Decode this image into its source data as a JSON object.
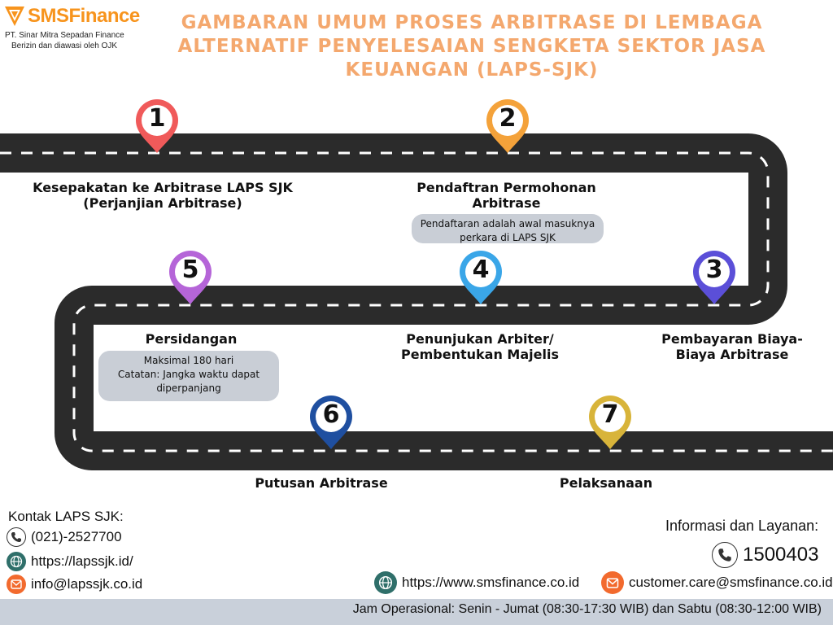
{
  "logo": {
    "brand": "SMSFinance",
    "company": "PT. Sinar Mitra Sepadan Finance",
    "regulation": "Berizin dan diawasi oleh OJK"
  },
  "title": "GAMBARAN UMUM PROSES ARBITRASE DI LEMBAGA ALTERNATIF PENYELESAIAN SENGKETA SEKTOR JASA KEUANGAN (LAPS-SJK)",
  "steps": [
    {
      "number": "1",
      "label": "Kesepakatan ke Arbitrase LAPS SJK (Perjanjian Arbitrase)",
      "color": "#f05a5a"
    },
    {
      "number": "2",
      "label": "Pendaftran Permohonan Arbitrase",
      "note": "Pendaftaran adalah awal masuknya perkara di LAPS SJK",
      "color": "#f4a23a"
    },
    {
      "number": "3",
      "label": "Pembayaran Biaya-Biaya Arbitrase",
      "color": "#5b4fd8"
    },
    {
      "number": "4",
      "label": "Penunjukan Arbiter/ Pembentukan Majelis",
      "color": "#3aa6e8"
    },
    {
      "number": "5",
      "label": "Persidangan",
      "note_line1": "Maksimal 180 hari",
      "note_line2": "Catatan: Jangka waktu dapat diperpanjang",
      "color": "#b565d8"
    },
    {
      "number": "6",
      "label": "Putusan Arbitrase",
      "color": "#1f4fa0"
    },
    {
      "number": "7",
      "label": "Pelaksanaan",
      "color": "#d8b43a"
    }
  ],
  "contact_laps": {
    "heading": "Kontak LAPS SJK:",
    "phone": "(021)-2527700",
    "website": "https://lapssjk.id/",
    "email": "info@lapssjk.co.id",
    "icons": [
      "phone-icon",
      "globe-icon",
      "mail-icon"
    ]
  },
  "contact_sms": {
    "heading": "Informasi dan Layanan:",
    "phone": "1500403",
    "website": "https://www.smsfinance.co.id",
    "email": "customer.care@smsfinance.co.id"
  },
  "footer": {
    "hours": "Jam Operasional: Senin - Jumat (08:30-17:30 WIB) dan Sabtu (08:30-12:00 WIB)"
  },
  "colors": {
    "title": "#f4a86e",
    "road": "#2b2b2b",
    "brand": "#f7941d",
    "globe": "#2f6f6a",
    "mail": "#f26a2e",
    "footer_bar": "#c9d0da"
  }
}
